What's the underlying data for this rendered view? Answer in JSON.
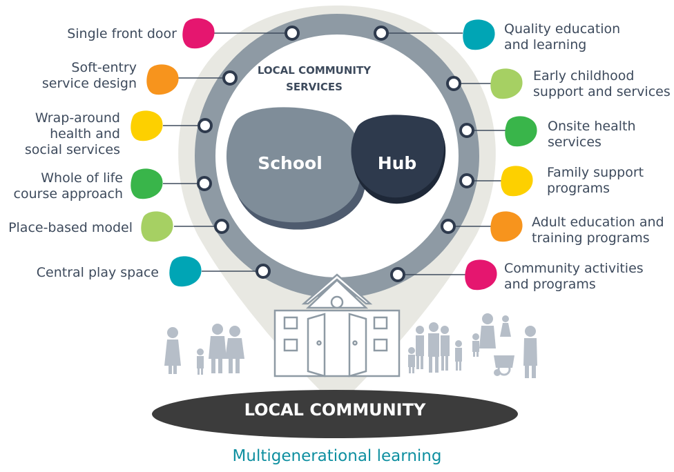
{
  "center": {
    "services_label": "LOCAL COMMUNITY\nSERVICES",
    "school_label": "School",
    "hub_label": "Hub",
    "community_label": "LOCAL COMMUNITY"
  },
  "footer": {
    "caption": "Multigenerational learning"
  },
  "left_items": [
    {
      "label": "Single front door",
      "color": "#e5166f"
    },
    {
      "label": "Soft-entry\nservice design",
      "color": "#f7941d"
    },
    {
      "label": "Wrap-around\nhealth and\nsocial  services",
      "color": "#fdd000"
    },
    {
      "label": "Whole of life\ncourse approach",
      "color": "#39b54a"
    },
    {
      "label": "Place-based model",
      "color": "#a6d063"
    },
    {
      "label": "Central play space",
      "color": "#00a5b5"
    }
  ],
  "right_items": [
    {
      "label": "Quality education\nand learning",
      "color": "#00a5b5"
    },
    {
      "label": "Early childhood\nsupport and services",
      "color": "#a6d063"
    },
    {
      "label": "Onsite health\nservices",
      "color": "#39b54a"
    },
    {
      "label": "Family support\nprograms",
      "color": "#fdd000"
    },
    {
      "label": "Adult education and\ntraining programs",
      "color": "#f7941d"
    },
    {
      "label": "Community activities\nand programs",
      "color": "#e5166f"
    }
  ],
  "colors": {
    "pin_fill": "#e8e8e2",
    "ring": "#8e9aa4",
    "school": "#7f8d99",
    "school_shadow": "#4e5b6e",
    "hub": "#2e3a4d",
    "community_ellipse": "#3c3c3c",
    "people": "#b6bec8",
    "caption": "#0e8fa0"
  }
}
